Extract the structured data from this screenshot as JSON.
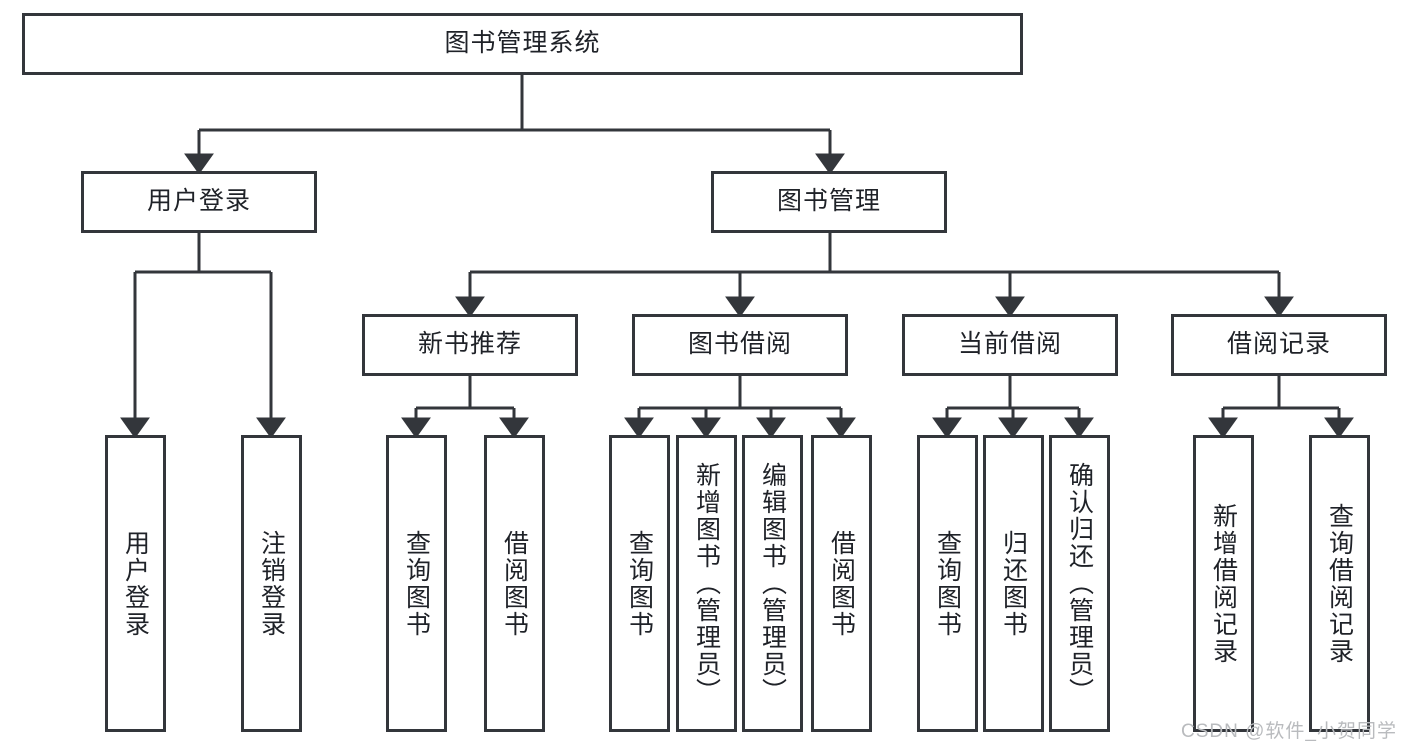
{
  "diagram": {
    "title": "图书管理系统",
    "watermark": "CSDN @软件_小贺同学",
    "line_color": "#33363b",
    "text_color": "#1f2228",
    "background": "#ffffff",
    "levels": {
      "level1": [
        {
          "id": "root",
          "label": "图书管理系统"
        }
      ],
      "level2": [
        {
          "id": "user-login",
          "label": "用户登录"
        },
        {
          "id": "book-manage",
          "label": "图书管理"
        }
      ],
      "level3": [
        {
          "id": "new-book-recommend",
          "label": "新书推荐"
        },
        {
          "id": "book-borrow",
          "label": "图书借阅"
        },
        {
          "id": "current-borrow",
          "label": "当前借阅"
        },
        {
          "id": "borrow-record",
          "label": "借阅记录"
        }
      ],
      "level4": [
        {
          "id": "leaf-user-login",
          "label": "用户登录",
          "parent": "user-login"
        },
        {
          "id": "leaf-user-logout",
          "label": "注销登录",
          "parent": "user-login"
        },
        {
          "id": "leaf-query-book-1",
          "label": "查询图书",
          "parent": "new-book-recommend"
        },
        {
          "id": "leaf-borrow-book-1",
          "label": "借阅图书",
          "parent": "new-book-recommend"
        },
        {
          "id": "leaf-query-book-2",
          "label": "查询图书",
          "parent": "book-borrow"
        },
        {
          "id": "leaf-add-book",
          "label": "新增图书（管理员）",
          "parent": "book-borrow"
        },
        {
          "id": "leaf-edit-book",
          "label": "编辑图书（管理员）",
          "parent": "book-borrow"
        },
        {
          "id": "leaf-borrow-book-2",
          "label": "借阅图书",
          "parent": "book-borrow"
        },
        {
          "id": "leaf-query-book-3",
          "label": "查询图书",
          "parent": "current-borrow"
        },
        {
          "id": "leaf-return-book",
          "label": "归还图书",
          "parent": "current-borrow"
        },
        {
          "id": "leaf-confirm-return",
          "label": "确认归还（管理员）",
          "parent": "current-borrow"
        },
        {
          "id": "leaf-add-record",
          "label": "新增借阅记录",
          "parent": "borrow-record"
        },
        {
          "id": "leaf-query-record",
          "label": "查询借阅记录",
          "parent": "borrow-record"
        }
      ]
    }
  }
}
